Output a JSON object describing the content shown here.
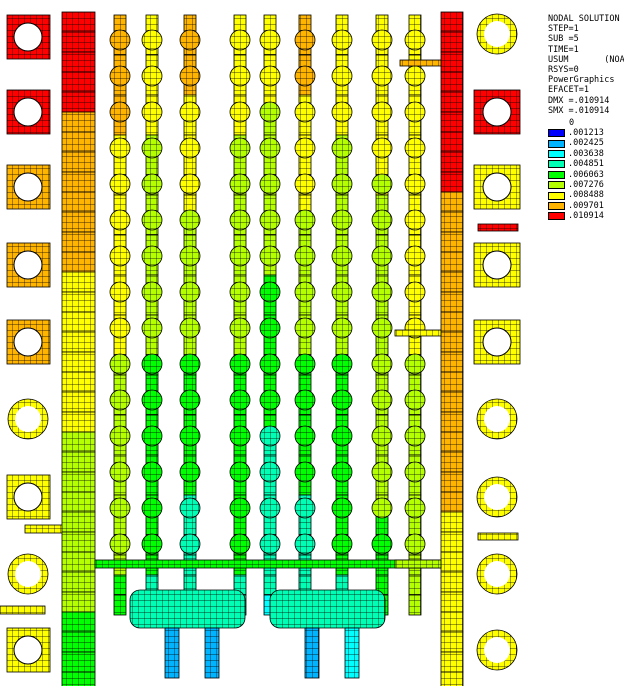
{
  "legend": {
    "lines": [
      "NODAL SOLUTION",
      "STEP=1",
      "SUB =5",
      "TIME=1",
      "USUM       (NOAVG)",
      "RSYS=0",
      "PowerGraphics",
      "EFACET=1",
      "DMX =.010914",
      "SMX =.010914"
    ],
    "levels": [
      "0",
      ".001213",
      ".002425",
      ".003638",
      ".004851",
      ".006063",
      ".007276",
      ".008488",
      ".009701",
      ".010914"
    ],
    "colors": [
      "#0000ff",
      "#00b4ff",
      "#00ffff",
      "#00ffb4",
      "#00ff00",
      "#b4ff00",
      "#ffff00",
      "#ffb400",
      "#ff0000"
    ]
  }
}
